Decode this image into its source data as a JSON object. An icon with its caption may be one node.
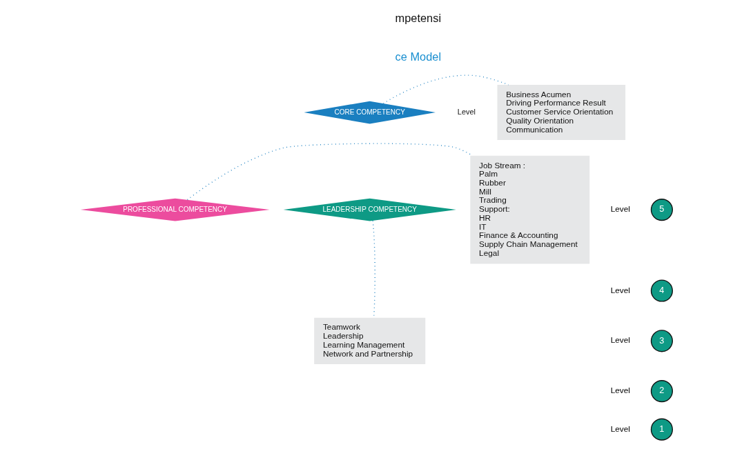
{
  "diagram": {
    "nodes": [
      {
        "text": [
          "CORE COMPETENCY"
        ]
      },
      {
        "text": [
          "Business Acumen",
          "Driving Performance Result",
          "Customer Service Orientation",
          "Quality Orientation",
          "Communication"
        ]
      },
      {
        "text": [
          "LEADERSHIP COMPETENCY"
        ]
      },
      {
        "text": [
          "Teamwork",
          "Leadership",
          "Learning Management",
          "Network and Partnership"
        ]
      },
      {
        "text": [
          "PROFESSIONAL COMPETENCY"
        ]
      },
      {
        "text": [
          "Job Stream :",
          "Palm",
          "Rubber",
          "Mill",
          "Trading",
          "Support:",
          "HR",
          "IT",
          "Finance & Accounting",
          "Supply Chain Management",
          "Legal"
        ]
      },
      {
        "text": [
          "5"
        ],
        "beside": [
          "Level"
        ]
      },
      {
        "text": [
          "4"
        ],
        "beside": [
          "Level"
        ]
      },
      {
        "text": [
          "3"
        ],
        "beside": [
          "Level"
        ]
      },
      {
        "text": [
          "2"
        ],
        "beside": [
          "Level"
        ]
      },
      {
        "text": [
          "1"
        ],
        "beside": [
          "Level"
        ]
      }
    ],
    "edges": [
      {
        "from": 0,
        "to": 1,
        "arrow": "none",
        "style": "dashed"
      },
      {
        "from": 2,
        "to": 3,
        "arrow": "none",
        "style": "dashed"
      },
      {
        "from": 4,
        "to": 5,
        "arrow": "none",
        "style": "dashed"
      }
    ],
    "labels": [
      "mpetensi",
      "ce Model",
      "Level"
    ]
  }
}
